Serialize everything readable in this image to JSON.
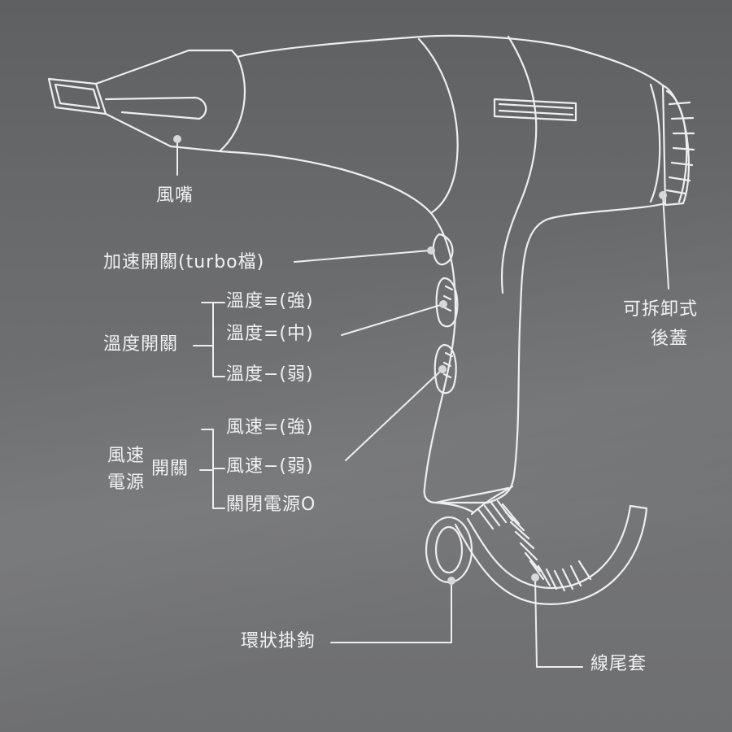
{
  "labels": {
    "nozzle": "風嘴",
    "turbo": "加速開關(turbo檔)",
    "temp_switch": "溫度開關",
    "temp_high": "溫度≡(強)",
    "temp_mid": "溫度=(中)",
    "temp_low": "溫度−(弱)",
    "speed_line1": "風速",
    "speed_line2": "電源",
    "speed_switch_suffix": "開關",
    "speed_high": "風速=(強)",
    "speed_low": "風速−(弱)",
    "power_off": "關閉電源O",
    "rear_cover_line1": "可拆卸式",
    "rear_cover_line2": "後蓋",
    "hanging_loop": "環狀掛鉤",
    "cord_sleeve": "線尾套"
  },
  "colors": {
    "line": "#eeeeee",
    "background": "#6a6b6d"
  }
}
